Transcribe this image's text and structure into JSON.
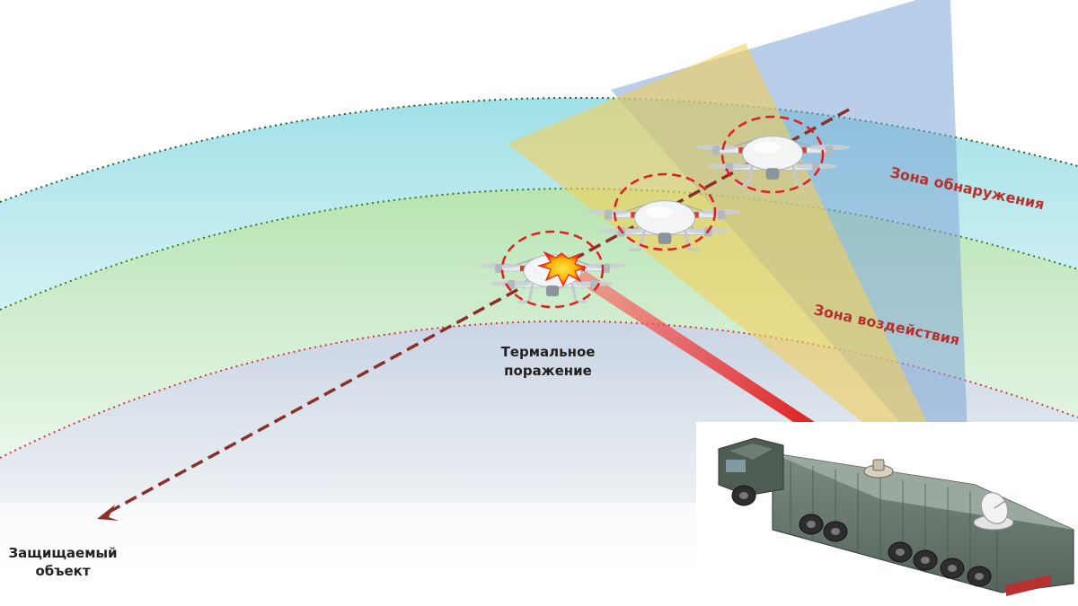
{
  "labels": {
    "detection_zone": "Зона обнаружения",
    "impact_zone": "Зона воздействия",
    "thermal_damage_line1": "Термальное",
    "thermal_damage_line2": "поражение",
    "protected_object_line1": "Защищаемый",
    "protected_object_line2": "объект"
  },
  "colors": {
    "zone_label": "#b5322f",
    "outer_arc": "#2e5a2a",
    "middle_arc": "#3a7a2e",
    "inner_arc": "#d43a3a",
    "trajectory": "#8a2f2a",
    "radar_beam": "#7fa6d6",
    "detection_beam": "#f3cf5a",
    "laser_beam": "#e01010"
  },
  "icons": [
    "drone-icon",
    "truck-icon",
    "radar-dish-icon",
    "explosion-icon"
  ]
}
